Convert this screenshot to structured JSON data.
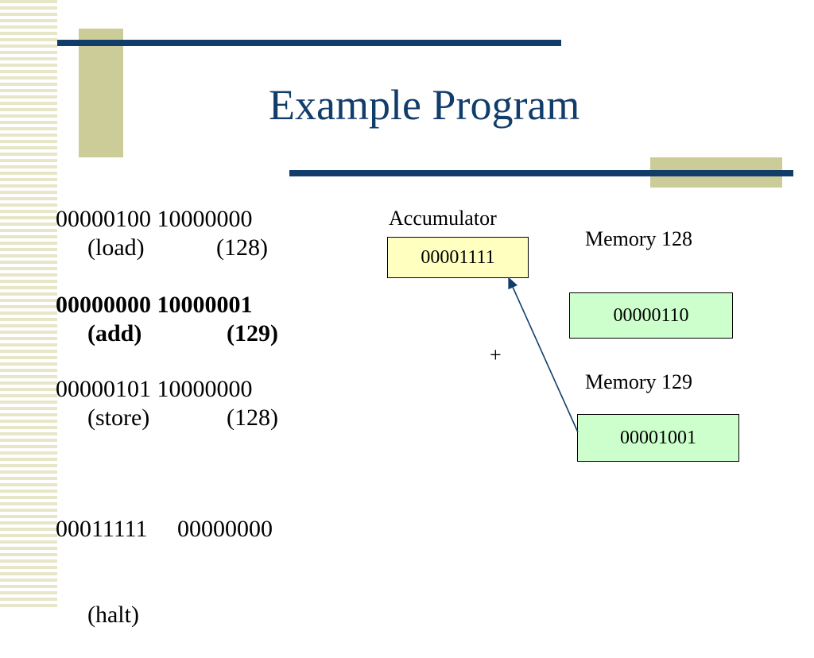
{
  "slide": {
    "title": "Example Program",
    "accent_color": "#123d6b",
    "tan_color": "#cccc99"
  },
  "program": [
    {
      "code": "00000100 10000000",
      "op": "(load)",
      "addr": "(128)",
      "bold": false
    },
    {
      "code": "00000000 10000001",
      "op": "(add)",
      "addr": "(129)",
      "bold": true
    },
    {
      "code": "00000101 10000000",
      "op": "(store)",
      "addr": "(128)",
      "bold": false
    },
    {
      "code": "00011111     00000000",
      "op": "(halt)",
      "addr": "",
      "bold": false
    }
  ],
  "diagram": {
    "accumulator_label": "Accumulator",
    "accumulator_value": "00001111",
    "accumulator_color": "#ffffc0",
    "memory128_label": "Memory 128",
    "memory128_value": "00000110",
    "memory129_label": "Memory 129",
    "memory129_value": "00001001",
    "memory_color": "#ccffcc",
    "operator": "+"
  }
}
